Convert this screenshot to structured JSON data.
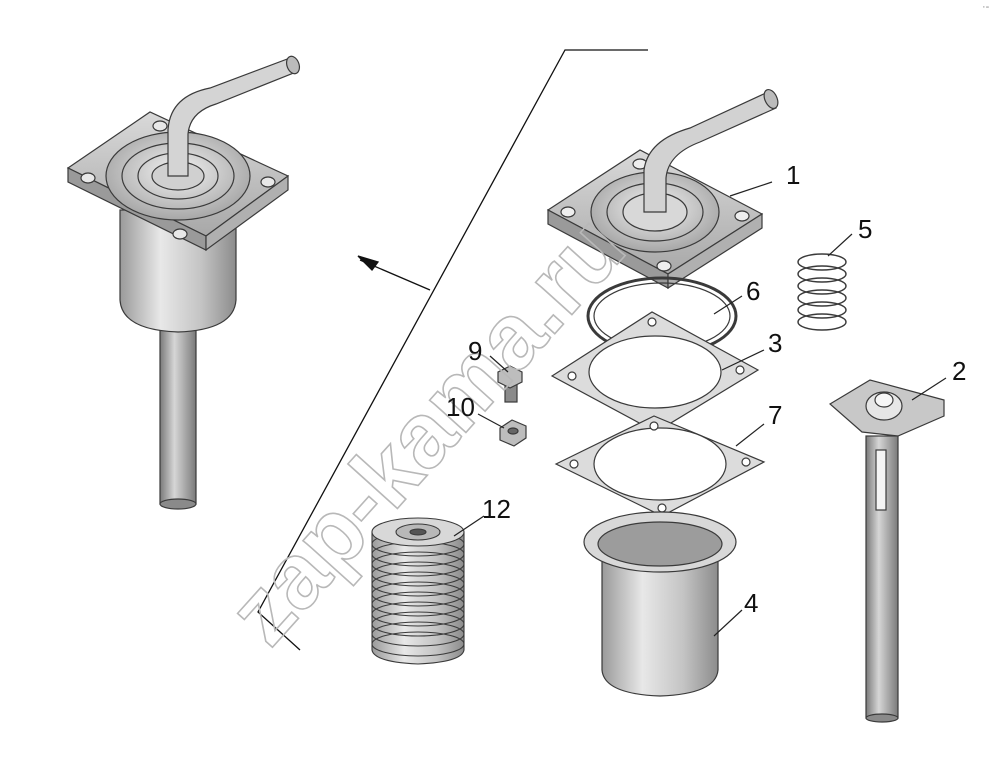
{
  "watermark": {
    "text": "zap-kama.ru"
  },
  "corner_mark": {
    "text": "·-"
  },
  "callouts": [
    {
      "id": "1",
      "label": "1"
    },
    {
      "id": "2",
      "label": "2"
    },
    {
      "id": "3",
      "label": "3"
    },
    {
      "id": "4",
      "label": "4"
    },
    {
      "id": "5",
      "label": "5"
    },
    {
      "id": "6",
      "label": "6"
    },
    {
      "id": "7",
      "label": "7"
    },
    {
      "id": "9",
      "label": "9"
    },
    {
      "id": "10",
      "label": "10"
    },
    {
      "id": "12",
      "label": "12"
    }
  ],
  "colors": {
    "part_light": "#e4e4e4",
    "part_mid": "#bdbdbd",
    "part_dark": "#8a8a8a",
    "outline": "#3a3a3a"
  }
}
